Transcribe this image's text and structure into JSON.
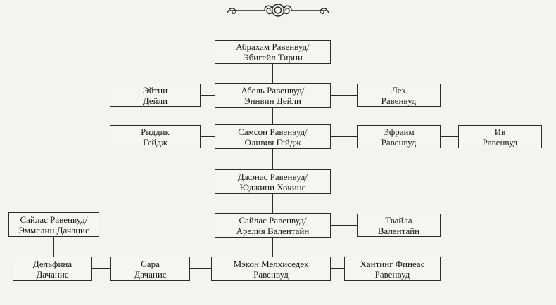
{
  "diagram": {
    "kind": "family-tree",
    "background_color": "#f4f3ee",
    "line_color": "#2e2c29"
  },
  "ornament": {
    "name": "decorative-flourish-divider"
  },
  "nodes": {
    "abraham": {
      "line1": "Абрахам Равенвуд/",
      "line2": "Эбигейл Тирни"
    },
    "eitni": {
      "line1": "Эйтни",
      "line2": "Дейли"
    },
    "abel": {
      "line1": "Абель Равенвуд/",
      "line2": "Эннвин Дейли"
    },
    "lekh": {
      "line1": "Лех",
      "line2": "Равенвуд"
    },
    "riddick": {
      "line1": "Риддик",
      "line2": "Гейдж"
    },
    "samson": {
      "line1": "Самсон Равенвуд/",
      "line2": "Оливия Гейдж"
    },
    "ephraim": {
      "line1": "Эфраим",
      "line2": "Равенвуд"
    },
    "ive": {
      "line1": "Ив",
      "line2": "Равенвуд"
    },
    "jonas": {
      "line1": "Джонас Равенвуд/",
      "line2": "Юджини Хокинс"
    },
    "silas_emmeline": {
      "line1": "Сайлас Равенвуд/",
      "line2": "Эммелин Дачанис"
    },
    "silas_arelia": {
      "line1": "Сайлас Равенвуд/",
      "line2": "Арелия Валентайн"
    },
    "twyla": {
      "line1": "Твайла",
      "line2": "Валентайн"
    },
    "delphine": {
      "line1": "Дельфина",
      "line2": "Дачанис"
    },
    "sarah": {
      "line1": "Сара",
      "line2": "Дачанис"
    },
    "macon": {
      "line1": "Мэкон Мелхиседек",
      "line2": "Равенвуд"
    },
    "hunting": {
      "line1": "Хантинг Финеас",
      "line2": "Равенвуд"
    }
  }
}
